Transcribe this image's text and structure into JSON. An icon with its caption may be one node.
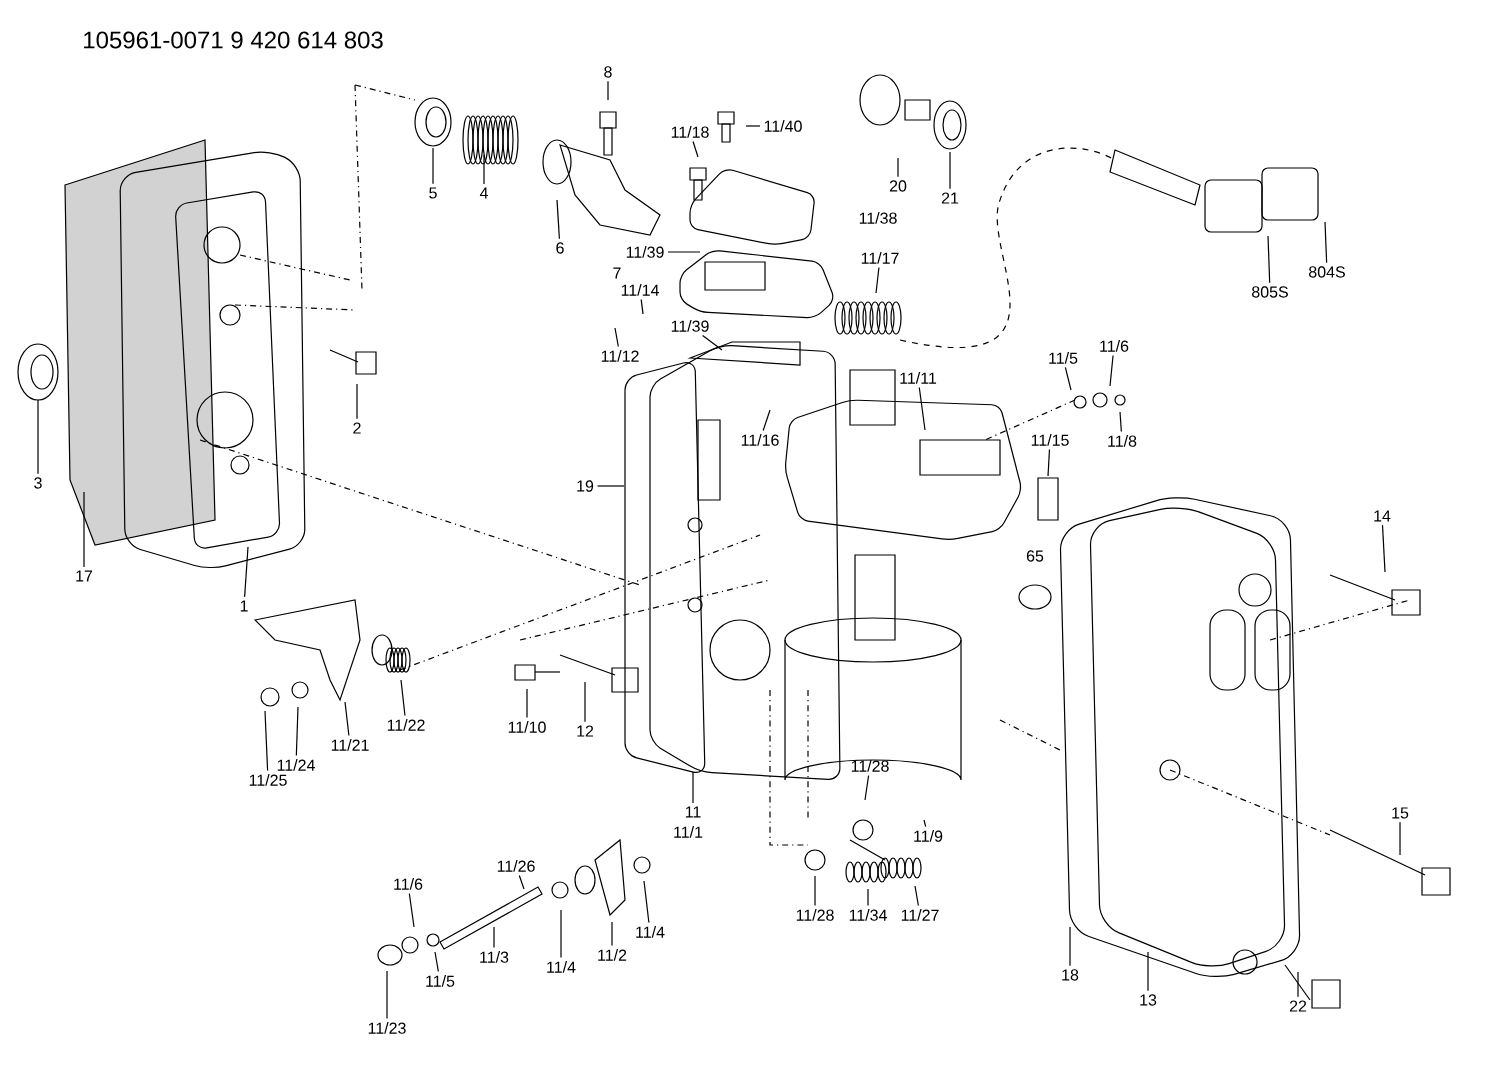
{
  "diagram": {
    "title": "105961-0071 9 420 614 803",
    "nodes": [
      {
        "text": [
          "8"
        ]
      },
      {
        "text": [
          "5"
        ]
      },
      {
        "text": [
          "4"
        ]
      },
      {
        "text": [
          "6"
        ]
      },
      {
        "text": [
          "11/18"
        ]
      },
      {
        "text": [
          "11/40"
        ]
      },
      {
        "text": [
          "20"
        ]
      },
      {
        "text": [
          "21"
        ]
      },
      {
        "text": [
          "11/38"
        ]
      },
      {
        "text": [
          "11/39"
        ]
      },
      {
        "text": [
          "7"
        ]
      },
      {
        "text": [
          "11/17"
        ]
      },
      {
        "text": [
          "805S"
        ]
      },
      {
        "text": [
          "804S"
        ]
      },
      {
        "text": [
          "11/14"
        ]
      },
      {
        "text": [
          "11/39"
        ]
      },
      {
        "text": [
          "11/12"
        ]
      },
      {
        "text": [
          "2"
        ]
      },
      {
        "text": [
          "3"
        ]
      },
      {
        "text": [
          "11/11"
        ]
      },
      {
        "text": [
          "11/5"
        ]
      },
      {
        "text": [
          "11/6"
        ]
      },
      {
        "text": [
          "11/8"
        ]
      },
      {
        "text": [
          "11/16"
        ]
      },
      {
        "text": [
          "11/15"
        ]
      },
      {
        "text": [
          "19"
        ]
      },
      {
        "text": [
          "17"
        ]
      },
      {
        "text": [
          "14"
        ]
      },
      {
        "text": [
          "65"
        ]
      },
      {
        "text": [
          "1"
        ]
      },
      {
        "text": [
          "11/22"
        ]
      },
      {
        "text": [
          "11/21"
        ]
      },
      {
        "text": [
          "11/24"
        ]
      },
      {
        "text": [
          "11/25"
        ]
      },
      {
        "text": [
          "11/10"
        ]
      },
      {
        "text": [
          "12"
        ]
      },
      {
        "text": [
          "11/28"
        ]
      },
      {
        "text": [
          "11"
        ]
      },
      {
        "text": [
          "11/1"
        ]
      },
      {
        "text": [
          "11/9"
        ]
      },
      {
        "text": [
          "15"
        ]
      },
      {
        "text": [
          "11/26"
        ]
      },
      {
        "text": [
          "11/6"
        ]
      },
      {
        "text": [
          "11/4"
        ]
      },
      {
        "text": [
          "11/28"
        ]
      },
      {
        "text": [
          "11/34"
        ]
      },
      {
        "text": [
          "11/27"
        ]
      },
      {
        "text": [
          "11/3"
        ]
      },
      {
        "text": [
          "11/4"
        ]
      },
      {
        "text": [
          "11/2"
        ]
      },
      {
        "text": [
          "11/5"
        ]
      },
      {
        "text": [
          "18"
        ]
      },
      {
        "text": [
          "13"
        ]
      },
      {
        "text": [
          "11/23"
        ]
      },
      {
        "text": [
          "22"
        ]
      }
    ],
    "edges": [
      {
        "from": 0,
        "to": null,
        "arrow": "none"
      },
      {
        "from": 1,
        "to": null,
        "arrow": "none"
      },
      {
        "from": 2,
        "to": null,
        "arrow": "none"
      },
      {
        "from": 3,
        "to": null,
        "arrow": "none"
      },
      {
        "from": 4,
        "to": null,
        "arrow": "none"
      },
      {
        "from": 5,
        "to": null,
        "arrow": "none"
      },
      {
        "from": 6,
        "to": null,
        "arrow": "none"
      },
      {
        "from": 7,
        "to": null,
        "arrow": "none"
      },
      {
        "from": 9,
        "to": null,
        "arrow": "none"
      },
      {
        "from": 11,
        "to": null,
        "arrow": "none"
      },
      {
        "from": 12,
        "to": null,
        "arrow": "none"
      },
      {
        "from": 13,
        "to": null,
        "arrow": "none"
      },
      {
        "from": 14,
        "to": null,
        "arrow": "none"
      },
      {
        "from": 15,
        "to": null,
        "arrow": "none"
      },
      {
        "from": 16,
        "to": null,
        "arrow": "none"
      },
      {
        "from": 17,
        "to": null,
        "arrow": "none"
      },
      {
        "from": 18,
        "to": null,
        "arrow": "none"
      },
      {
        "from": 19,
        "to": null,
        "arrow": "none"
      },
      {
        "from": 20,
        "to": null,
        "arrow": "none"
      },
      {
        "from": 21,
        "to": null,
        "arrow": "none"
      },
      {
        "from": 22,
        "to": null,
        "arrow": "none"
      },
      {
        "from": 23,
        "to": null,
        "arrow": "none"
      },
      {
        "from": 24,
        "to": null,
        "arrow": "none"
      },
      {
        "from": 25,
        "to": null,
        "arrow": "none"
      },
      {
        "from": 26,
        "to": null,
        "arrow": "none"
      },
      {
        "from": 27,
        "to": null,
        "arrow": "none"
      },
      {
        "from": 29,
        "to": null,
        "arrow": "none"
      },
      {
        "from": 30,
        "to": null,
        "arrow": "none"
      },
      {
        "from": 31,
        "to": null,
        "arrow": "none"
      },
      {
        "from": 32,
        "to": null,
        "arrow": "none"
      },
      {
        "from": 33,
        "to": null,
        "arrow": "none"
      },
      {
        "from": 34,
        "to": null,
        "arrow": "none"
      },
      {
        "from": 35,
        "to": null,
        "arrow": "none"
      },
      {
        "from": 36,
        "to": null,
        "arrow": "none"
      },
      {
        "from": 37,
        "to": null,
        "arrow": "none"
      },
      {
        "from": 39,
        "to": null,
        "arrow": "none"
      },
      {
        "from": 40,
        "to": null,
        "arrow": "none"
      },
      {
        "from": 41,
        "to": null,
        "arrow": "none"
      },
      {
        "from": 42,
        "to": null,
        "arrow": "none"
      },
      {
        "from": 43,
        "to": null,
        "arrow": "none"
      },
      {
        "from": 44,
        "to": null,
        "arrow": "none"
      },
      {
        "from": 45,
        "to": null,
        "arrow": "none"
      },
      {
        "from": 46,
        "to": null,
        "arrow": "none"
      },
      {
        "from": 47,
        "to": null,
        "arrow": "none"
      },
      {
        "from": 48,
        "to": null,
        "arrow": "none"
      },
      {
        "from": 49,
        "to": null,
        "arrow": "none"
      },
      {
        "from": 50,
        "to": null,
        "arrow": "none"
      },
      {
        "from": 51,
        "to": null,
        "arrow": "none"
      },
      {
        "from": 52,
        "to": null,
        "arrow": "none"
      },
      {
        "from": 53,
        "to": null,
        "arrow": "none"
      },
      {
        "from": 54,
        "to": null,
        "arrow": "none"
      }
    ]
  }
}
